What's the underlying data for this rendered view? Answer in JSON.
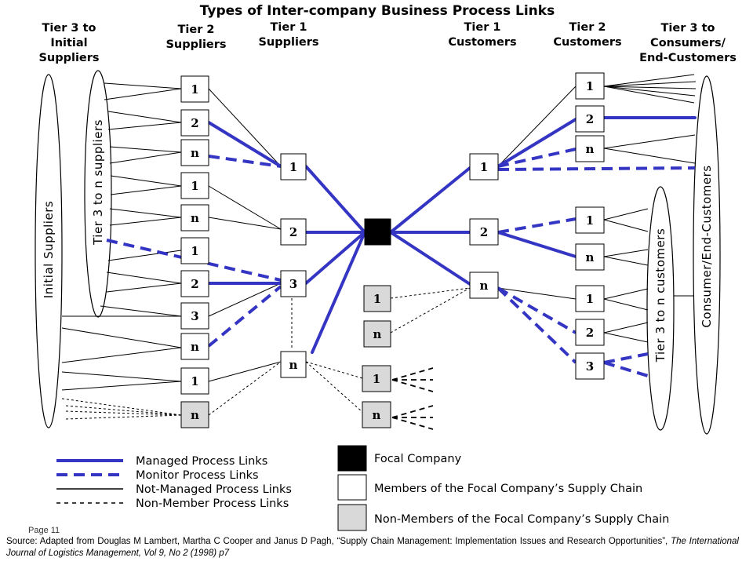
{
  "title": "Types of Inter-company Business Process Links",
  "headers": {
    "tier3_initial": [
      "Tier 3 to",
      "Initial",
      "Suppliers"
    ],
    "tier2_suppliers": [
      "Tier 2",
      "Suppliers"
    ],
    "tier1_suppliers": [
      "Tier 1",
      "Suppliers"
    ],
    "tier1_customers": [
      "Tier 1",
      "Customers"
    ],
    "tier2_customers": [
      "Tier 2",
      "Customers"
    ],
    "tier3_consumers": [
      "Tier 3 to",
      "Consumers/",
      "End-Customers"
    ]
  },
  "ovals": {
    "initial_suppliers": "Initial Suppliers",
    "tier3_n_suppliers": "Tier 3 to n suppliers",
    "consumer_end": "Consumer/End-Customers",
    "tier3_n_customers": "Tier 3 to n customers"
  },
  "tier2_supplier_boxes": [
    "1",
    "2",
    "n",
    "1",
    "n",
    "1",
    "2",
    "3",
    "n",
    "1",
    "n"
  ],
  "tier1_supplier_boxes": [
    "1",
    "2",
    "3",
    "n"
  ],
  "tier1_customer_boxes": [
    "1",
    "2",
    "n"
  ],
  "tier2_customer_boxes": [
    "1",
    "2",
    "n",
    "1",
    "n",
    "1",
    "2",
    "3"
  ],
  "nonmember_center_boxes": [
    "1",
    "n",
    "1",
    "n"
  ],
  "legend": {
    "managed": "Managed Process Links",
    "monitor": "Monitor Process Links",
    "not_managed": "Not-Managed Process Links",
    "non_member": "Non-Member Process Links",
    "focal": "Focal Company",
    "members": "Members of the Focal Company’s Supply Chain",
    "non_members": "Non-Members of the Focal Company’s Supply Chain"
  },
  "page": "Page 11",
  "source": {
    "lead": "Source:  Adapted from Douglas M Lambert, Martha C Cooper and Janus D Pagh, “Supply Chain Management:  Implementation Issues and Research Opportunities”, ",
    "journal": "The International Journal of Logistics Management, Vol 9, No 2 (1998) p7"
  },
  "colors": {
    "managed_link": "#3535c4",
    "focal": "#000000",
    "member_box": "#ffffff",
    "nonmember_box": "#d9d9d9"
  }
}
